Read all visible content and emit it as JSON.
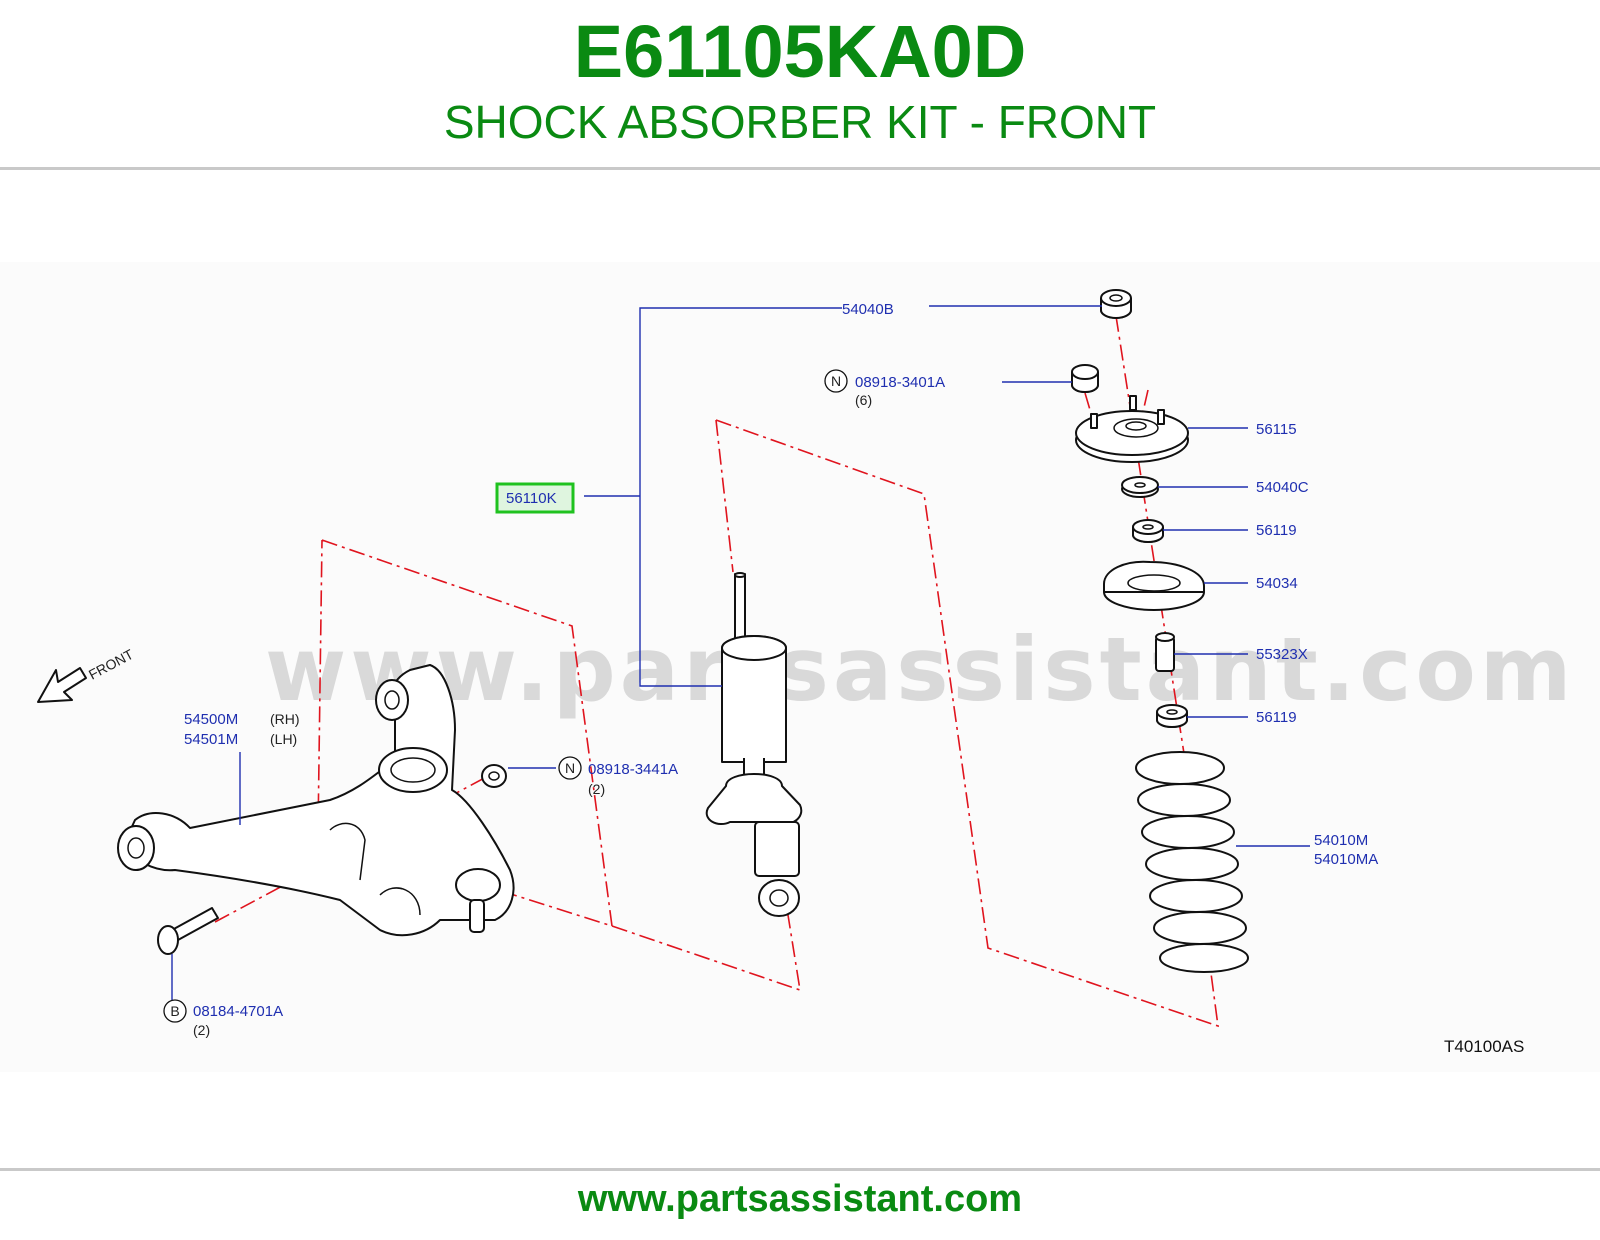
{
  "header": {
    "part_number": "E61105KA0D",
    "description": "SHOCK ABSORBER KIT - FRONT"
  },
  "watermark": "www.partsassistant.com",
  "footer": {
    "url": "www.partsassistant.com"
  },
  "diagram": {
    "reference_code": "T40100AS",
    "front_label": "FRONT",
    "highlight_color": "#1fc21f",
    "callout_color": "#1f2fb0",
    "exploded_line_color": "#e0141e",
    "callouts": {
      "p54040B": "54040B",
      "p08918_3401A": "08918-3401A",
      "p08918_3401A_qty": "(6)",
      "p08918_3401A_badge": "N",
      "p56115": "56115",
      "p56110K": "56110K",
      "p54040C": "54040C",
      "p56119_upper": "56119",
      "p54034": "54034",
      "p55323X": "55323X",
      "p56119_lower": "56119",
      "p54010M": "54010M",
      "p54010MA": "54010MA",
      "p54500M": "54500M",
      "p54500M_side": "(RH)",
      "p54501M": "54501M",
      "p54501M_side": "(LH)",
      "p08918_3441A": "08918-3441A",
      "p08918_3441A_qty": "(2)",
      "p08918_3441A_badge": "N",
      "p08184_4701A": "08184-4701A",
      "p08184_4701A_qty": "(2)",
      "p08184_4701A_badge": "B"
    }
  }
}
